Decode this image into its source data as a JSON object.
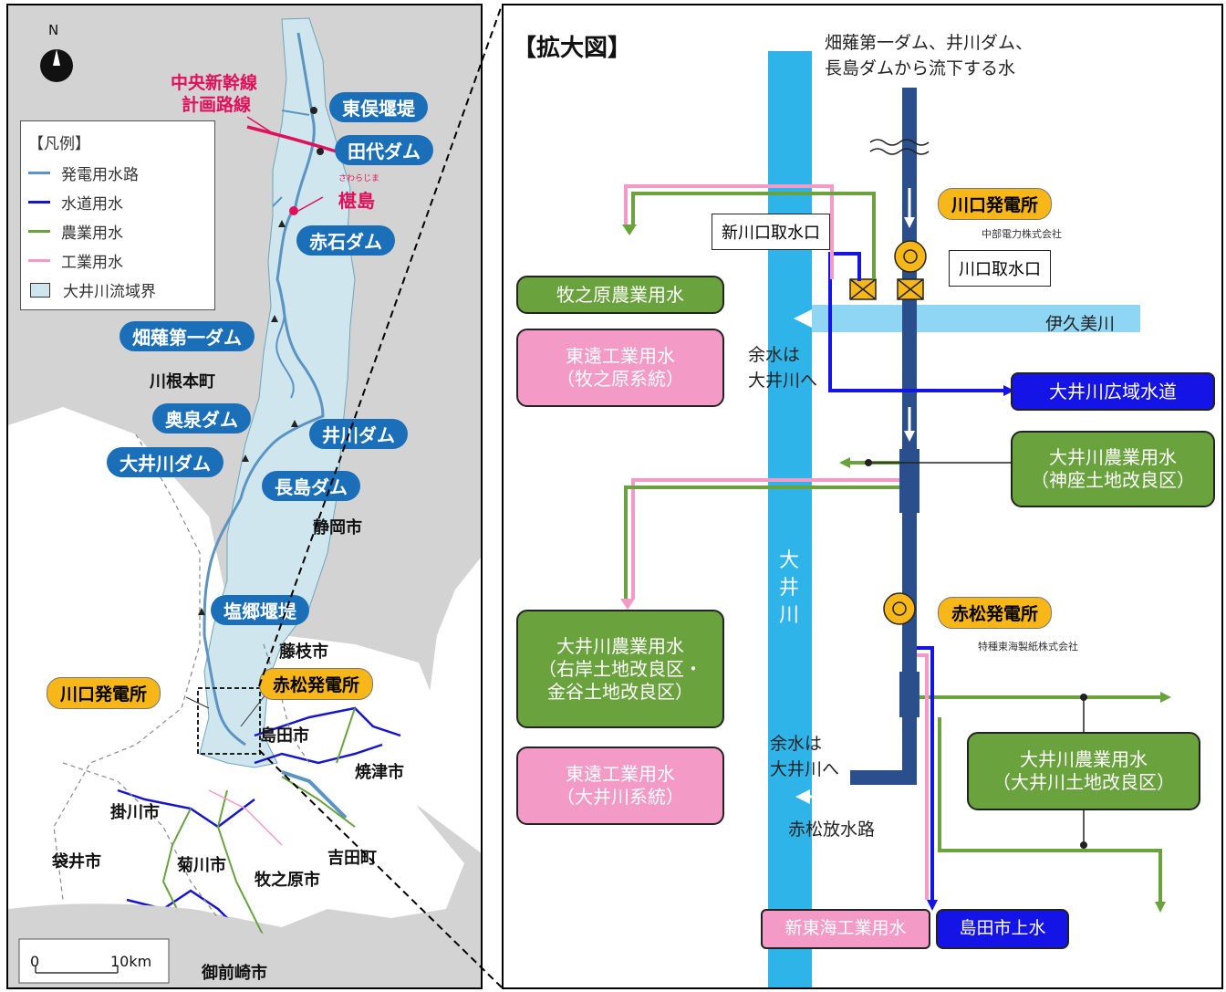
{
  "map": {
    "north_label": "N",
    "route_label_line1": "中央新幹線",
    "route_label_line2": "計画路線",
    "legend": {
      "title": "【凡例】",
      "items": [
        {
          "label": "発電用水路",
          "color": "#5b94c2"
        },
        {
          "label": "水道用水",
          "color": "#1616c8"
        },
        {
          "label": "農業用水",
          "color": "#6aa33e"
        },
        {
          "label": "工業用水",
          "color": "#f49ac7"
        },
        {
          "label": "大井川流域界",
          "color": "#cfe6ee"
        }
      ]
    },
    "facilities": {
      "higashimata": "東俣堰堤",
      "tashiro": "田代ダム",
      "sawarajima_ruby": "さわらじま",
      "sawarajima": "椹島",
      "akaishi": "赤石ダム",
      "hatanagi": "畑薙第一ダム",
      "okuizumi": "奥泉ダム",
      "ikawa": "井川ダム",
      "oigawa_dam": "大井川ダム",
      "nagashima": "長島ダム",
      "shiogo": "塩郷堰堤",
      "kawaguchi_ps": "川口発電所",
      "akamatsu_ps": "赤松発電所"
    },
    "places": {
      "kawanehon": "川根本町",
      "shizuoka": "静岡市",
      "fujieda": "藤枝市",
      "shimada": "島田市",
      "yaizu": "焼津市",
      "yoshida": "吉田町",
      "kakegawa": "掛川市",
      "fukuroi": "袋井市",
      "kikugawa": "菊川市",
      "makinohara": "牧之原市",
      "omaezaki": "御前崎市"
    },
    "scale": {
      "zero": "0",
      "end": "10km"
    },
    "colors": {
      "basin": "#cfe6ee",
      "pill_blue": "#1a6fb8",
      "pill_orange": "#f7b718",
      "route": "#e0105a"
    }
  },
  "detail": {
    "title": "【拡大図】",
    "inflow_line1": "畑薙第一ダム、井川ダム、",
    "inflow_line2": "長島ダムから流下する水",
    "kawaguchi_ps": "川口発電所",
    "chubu_electric": "中部電力株式会社",
    "new_intake": "新川口取水口",
    "intake": "川口取水口",
    "ikumi_river": "伊久美川",
    "surplus1_line1": "余水は",
    "surplus1_line2": "大井川へ",
    "oi_river": [
      "大",
      "井",
      "川"
    ],
    "akamatsu_ps": "赤松発電所",
    "tokai_pulp": "特種東海製紙株式会社",
    "surplus2_line1": "余水は",
    "surplus2_line2": "大井川へ",
    "akamatsu_outlet": "赤松放水路",
    "boxes": {
      "makinohara_agri": "牧之原農業用水",
      "toen_makinohara_line1": "東遠工業用水",
      "toen_makinohara_line2": "（牧之原系統）",
      "oigawa_wide_water": "大井川広域水道",
      "kanza_line1": "大井川農業用水",
      "kanza_line2": "（神座土地改良区）",
      "right_bank_line1": "大井川農業用水",
      "right_bank_line2": "（右岸土地改良区・",
      "right_bank_line3": "金谷土地改良区）",
      "toen_oigawa_line1": "東遠工業用水",
      "toen_oigawa_line2": "（大井川系統）",
      "oigawa_lid_line1": "大井川農業用水",
      "oigawa_lid_line2": "（大井川土地改良区）",
      "shin_tokai_industrial": "新東海工業用水",
      "shimada_water": "島田市上水"
    },
    "colors": {
      "river": "#2fb4ea",
      "tributary": "#8fd6f4",
      "power": "#2b4e8c",
      "agri": "#6aa33e",
      "industrial": "#f49ac7",
      "water": "#1414e6"
    }
  }
}
